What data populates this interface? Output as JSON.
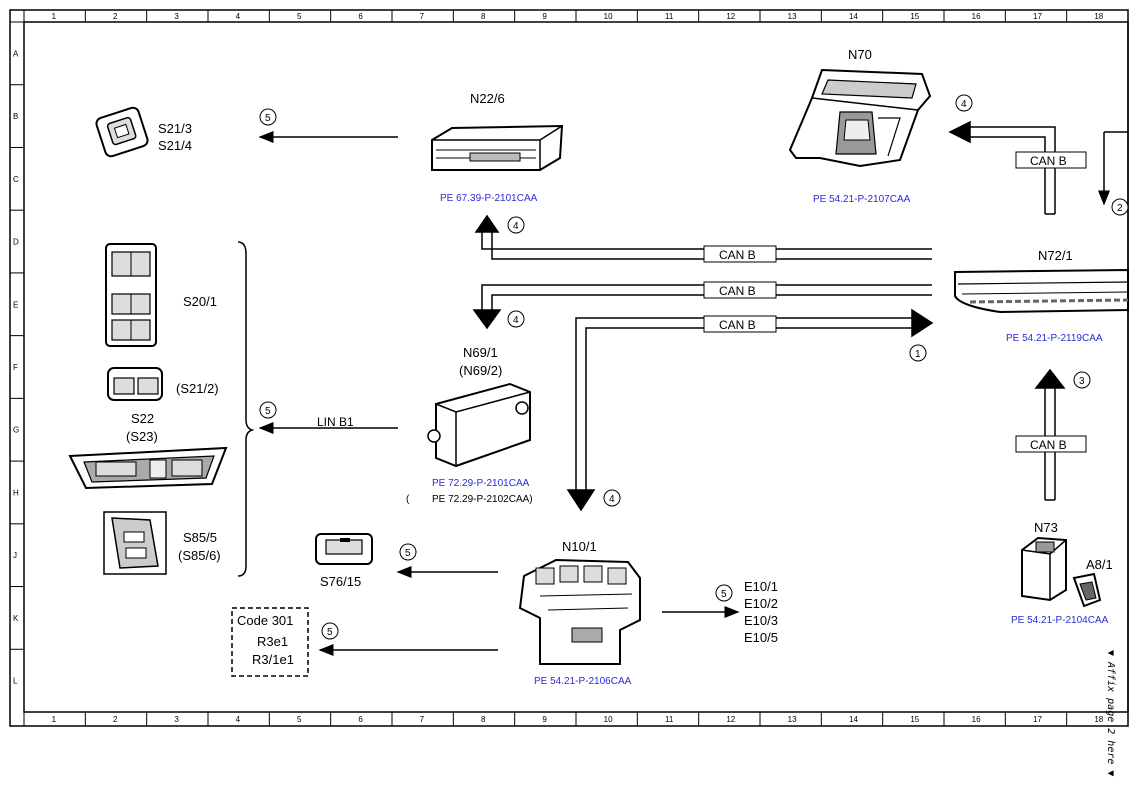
{
  "components": {
    "N22_6": {
      "label": "N22/6",
      "ref": "PE 67.39-P-2101CAA"
    },
    "N70": {
      "label": "N70",
      "ref": "PE 54.21-P-2107CAA"
    },
    "N72_1": {
      "label": "N72/1",
      "ref": "PE 54.21-P-2119CAA"
    },
    "N69_1": {
      "label1": "N69/1",
      "label2": "(N69/2)",
      "ref": "PE 72.29-P-2101CAA",
      "ref2_open": "(",
      "ref2": "PE 72.29-P-2102CAA)"
    },
    "N10_1": {
      "label": "N10/1",
      "ref": "PE 54.21-P-2106CAA"
    },
    "N73": {
      "label": "N73",
      "sub": "A8/1",
      "ref": "PE 54.21-P-2104CAA"
    },
    "S21_3": {
      "label1": "S21/3",
      "label2": "S21/4"
    },
    "S20_1": {
      "label": "S20/1"
    },
    "S21_2": {
      "label": "(S21/2)"
    },
    "S22": {
      "label1": "S22",
      "label2": "(S23)"
    },
    "S85_5": {
      "label1": "S85/5",
      "label2": "(S85/6)"
    },
    "S76_15": {
      "label": "S76/15"
    },
    "E10": {
      "l1": "E10/1",
      "l2": "E10/2",
      "l3": "E10/3",
      "l4": "E10/5"
    },
    "code301": {
      "title": "Code 301",
      "l1": "R3e1",
      "l2": "R3/1e1"
    }
  },
  "buses": {
    "can": "CAN B",
    "lin": "LIN B1"
  },
  "markers": {
    "m1": "1",
    "m2": "2",
    "m3": "3",
    "m4": "4",
    "m5": "5"
  },
  "grid": {
    "columns": [
      "1",
      "2",
      "3",
      "4",
      "5",
      "6",
      "7",
      "8",
      "9",
      "10",
      "11",
      "12",
      "13",
      "14",
      "15",
      "16",
      "17",
      "18"
    ],
    "rows": [
      "A",
      "B",
      "C",
      "D",
      "E",
      "F",
      "G",
      "H",
      "J",
      "K",
      "L"
    ]
  },
  "side_note": "▼ Affix page 2 here ▼"
}
